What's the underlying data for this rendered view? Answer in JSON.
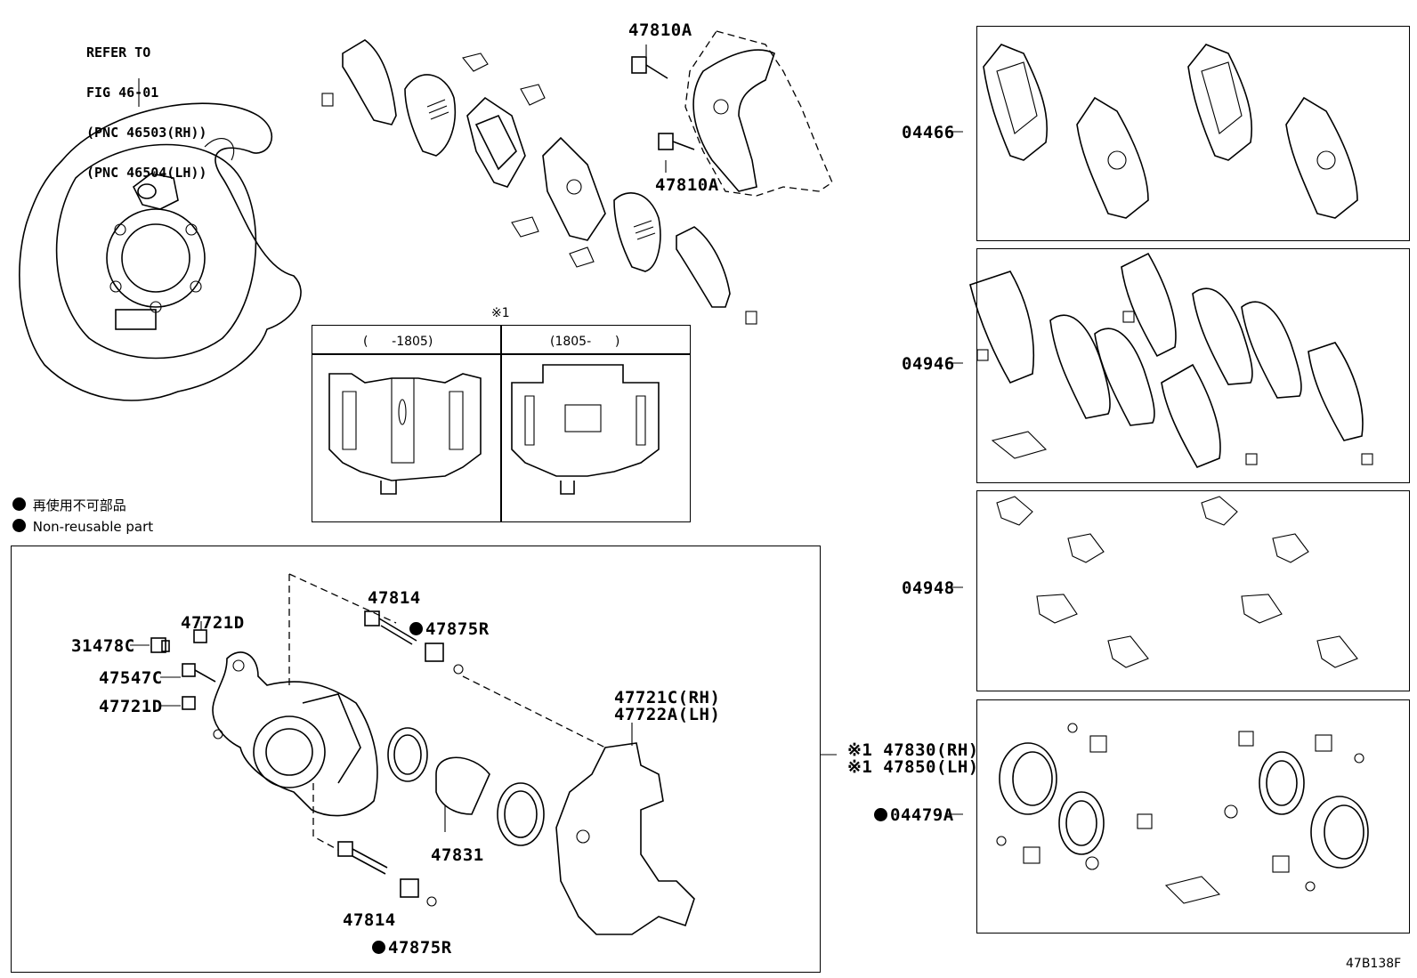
{
  "diagram_code": "47B138F",
  "refer_note": {
    "line1": "REFER TO",
    "line2": "FIG 46-01",
    "line3": "(PNC 46503(RH))",
    "line4": "(PNC 46504(LH))"
  },
  "legend": {
    "jp": "再使用不可部品",
    "en": "Non-reusable part"
  },
  "inset": {
    "mark": "※1",
    "left_header": "(      -1805)",
    "right_header": "(1805-      )"
  },
  "top_labels": {
    "bolt_upper": "47810A",
    "bolt_lower": "47810A"
  },
  "main_labels": {
    "pin_top": "47814",
    "boot_top": "47875R",
    "bleeder_cap": "47721D",
    "screw_cap": "31478C",
    "bleeder": "47547C",
    "bleeder_cap2": "47721D",
    "bracket_rh": "47721C(RH)",
    "bracket_lh": "47722A(LH)",
    "piston": "47831",
    "pin_bottom": "47814",
    "boot_bottom": "47875R",
    "caliper_rh": "※1 47830(RH)",
    "caliper_lh": "※1 47850(LH)"
  },
  "kit_labels": {
    "pads": "04466",
    "shims": "04946",
    "clips": "04948",
    "seal_kit": "04479A"
  }
}
